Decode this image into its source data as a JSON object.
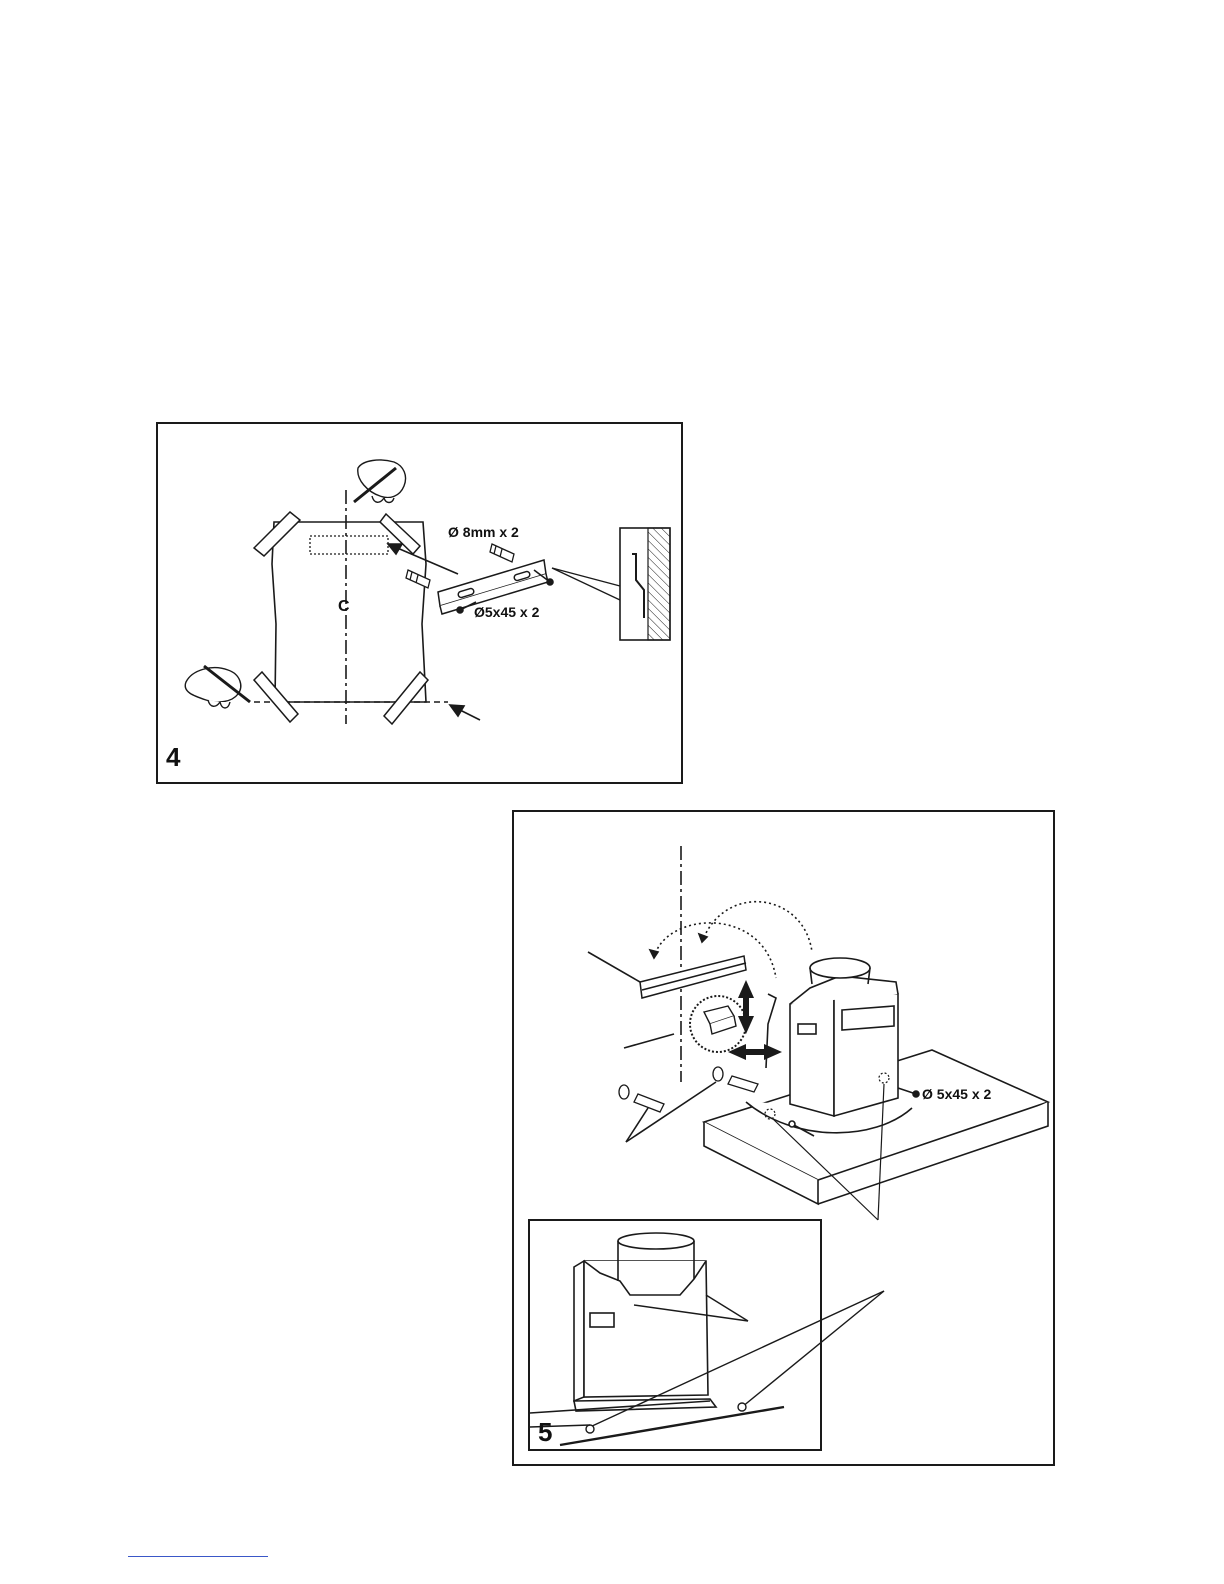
{
  "figures": {
    "fig4": {
      "number": "4",
      "labels": {
        "dowel": "Ø 8mm x 2",
        "screw": "Ø5x45 x 2",
        "centerline": "C"
      }
    },
    "fig5": {
      "number": "5",
      "labels": {
        "screw": "Ø 5x45 x 2"
      }
    }
  },
  "colors": {
    "ink": "#1a1a1a",
    "footer_link": "#3a57c8"
  }
}
